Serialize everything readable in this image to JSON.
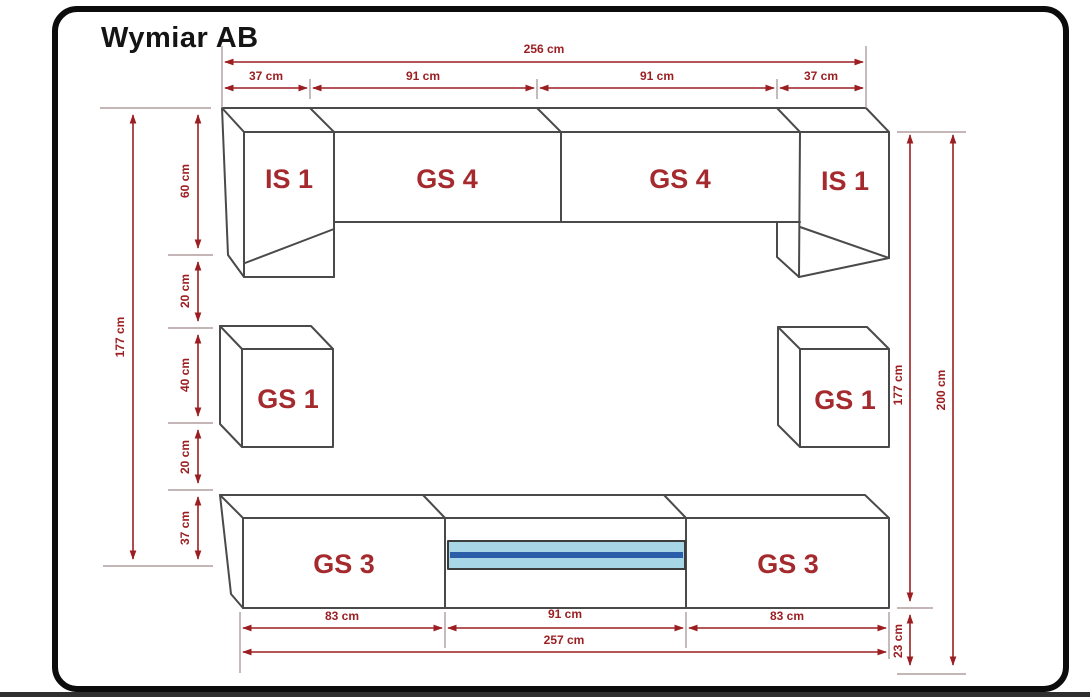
{
  "title": "Wymiar AB",
  "units": {
    "top_row": [
      "IS 1",
      "GS 4",
      "GS 4",
      "IS 1"
    ],
    "middle_row": [
      "GS 1",
      "GS 1"
    ],
    "bottom_row": [
      "GS 3",
      "GS 3"
    ]
  },
  "dimensions": {
    "top": {
      "total": "256 cm",
      "segments": [
        "37 cm",
        "91 cm",
        "91 cm",
        "37 cm"
      ]
    },
    "left": {
      "total": "177 cm",
      "segments": [
        "60 cm",
        "20 cm",
        "40 cm",
        "20 cm",
        "37 cm"
      ]
    },
    "right": {
      "unit_height": "177 cm",
      "total_height": "200 cm",
      "base_gap": "23 cm"
    },
    "bottom": {
      "total": "257 cm",
      "segments": [
        "83 cm",
        "91 cm",
        "83 cm"
      ]
    }
  },
  "colors": {
    "dimension_red": "#9b1f22",
    "unit_label_red": "#a52a2e",
    "outline_gray": "#4a4a4a",
    "tick_gray": "#a08b8b",
    "frame_black": "#0c0c0c",
    "led_fill": "#a7d7e7",
    "led_band": "#2b5ea8"
  }
}
